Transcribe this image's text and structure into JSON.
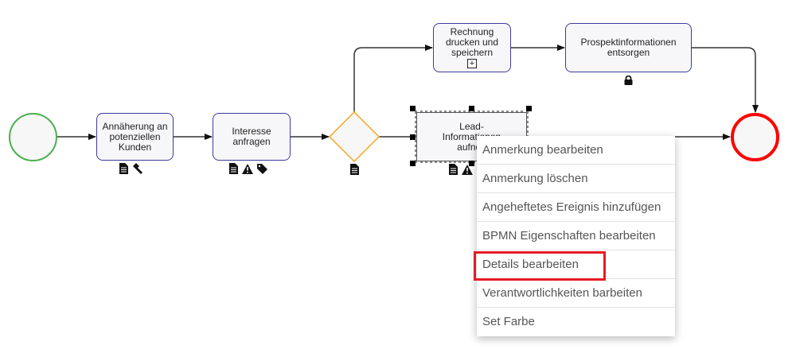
{
  "diagram": {
    "start_event": {
      "type": "start",
      "color": "#4caf50"
    },
    "end_event": {
      "type": "end",
      "color": "#ff0000"
    },
    "gateway": {
      "type": "exclusive",
      "color": "#f5a623",
      "icons": [
        "document-icon"
      ]
    },
    "tasks": [
      {
        "id": "t1",
        "label": "Annäherung an potenziellen Kunden",
        "icons": [
          "document-icon",
          "hammer-icon"
        ]
      },
      {
        "id": "t2",
        "label": "Interesse anfragen",
        "icons": [
          "document-icon",
          "warning-icon",
          "tag-icon"
        ]
      },
      {
        "id": "t3",
        "label": "Rechnung drucken und speichern",
        "marker": "+",
        "icons": []
      },
      {
        "id": "t4",
        "label": "Prospektinformationen entsorgen",
        "icons": [
          "lock-icon"
        ]
      },
      {
        "id": "t5",
        "label": "Lead-Informationen aufneh",
        "selected": true,
        "icons": [
          "document-icon",
          "warning-icon"
        ]
      }
    ]
  },
  "context_menu": {
    "items": [
      {
        "label": "Anmerkung bearbeiten"
      },
      {
        "label": "Anmerkung löschen"
      },
      {
        "label": "Angeheftetes Ereignis hinzufügen"
      },
      {
        "label": "BPMN Eigenschaften bearbeiten"
      },
      {
        "label": "Details bearbeiten",
        "highlighted": true
      },
      {
        "label": "Verantwortlichkeiten barbeiten"
      },
      {
        "label": "Set Farbe"
      }
    ],
    "highlight_color": "#e41b23"
  }
}
